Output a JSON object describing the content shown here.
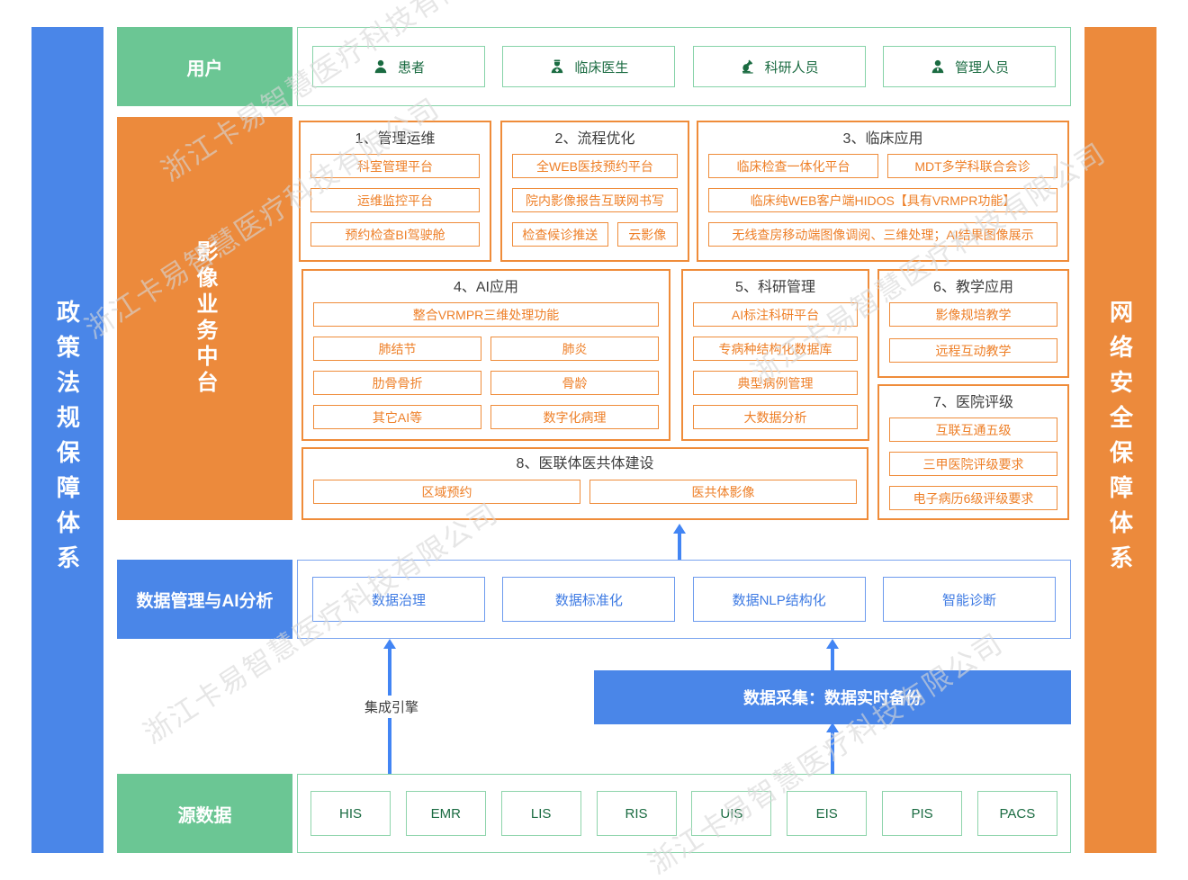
{
  "watermark": "浙江卡易智慧医疗科技有限公司",
  "colors": {
    "blue": "#4a86e8",
    "orange": "#ec8a3c",
    "green": "#6bc694",
    "dark_green_text": "#1a6b41",
    "orange_text": "#ee7f27",
    "blue_text": "#3d7ae3",
    "arrow_blue": "#4285f4",
    "watermark_gray": "#d7d7d7"
  },
  "side_bars": {
    "left": "政策法规保障体系",
    "right": "网络安全保障体系"
  },
  "users": {
    "label": "用户",
    "items": [
      {
        "label": "患者",
        "icon": "patient-icon"
      },
      {
        "label": "临床医生",
        "icon": "doctor-icon"
      },
      {
        "label": "科研人员",
        "icon": "microscope-icon"
      },
      {
        "label": "管理人员",
        "icon": "admin-icon"
      }
    ]
  },
  "platform": {
    "label": "影像业务中台",
    "sections": [
      {
        "title": "1、管理运维",
        "items": [
          "科室管理平台",
          "运维监控平台",
          "预约检查BI驾驶舱"
        ]
      },
      {
        "title": "2、流程优化",
        "items": [
          "全WEB医技预约平台",
          "院内影像报告互联网书写",
          "检查候诊推送",
          "云影像"
        ]
      },
      {
        "title": "3、临床应用",
        "items": [
          "临床检查一体化平台",
          "MDT多学科联合会诊",
          "临床纯WEB客户端HIDOS【具有VRMPR功能】",
          "无线查房移动端图像调阅、三维处理；AI结果图像展示"
        ]
      },
      {
        "title": "4、AI应用",
        "items": [
          "整合VRMPR三维处理功能",
          "肺结节",
          "肺炎",
          "肋骨骨折",
          "骨龄",
          "其它AI等",
          "数字化病理"
        ]
      },
      {
        "title": "5、科研管理",
        "items": [
          "AI标注科研平台",
          "专病种结构化数据库",
          "典型病例管理",
          "大数据分析"
        ]
      },
      {
        "title": "6、教学应用",
        "items": [
          "影像规培教学",
          "远程互动教学"
        ]
      },
      {
        "title": "7、医院评级",
        "items": [
          "互联互通五级",
          "三甲医院评级要求",
          "电子病历6级评级要求"
        ]
      },
      {
        "title": "8、医联体医共体建设",
        "items": [
          "区域预约",
          "医共体影像"
        ]
      }
    ]
  },
  "data_mgmt": {
    "label": "数据管理与AI分析",
    "items": [
      "数据治理",
      "数据标准化",
      "数据NLP结构化",
      "智能诊断"
    ]
  },
  "integration": {
    "label": "集成引擎"
  },
  "collection": {
    "label": "数据采集：数据实时备份"
  },
  "source": {
    "label": "源数据",
    "items": [
      "HIS",
      "EMR",
      "LIS",
      "RIS",
      "UIS",
      "EIS",
      "PIS",
      "PACS"
    ]
  }
}
